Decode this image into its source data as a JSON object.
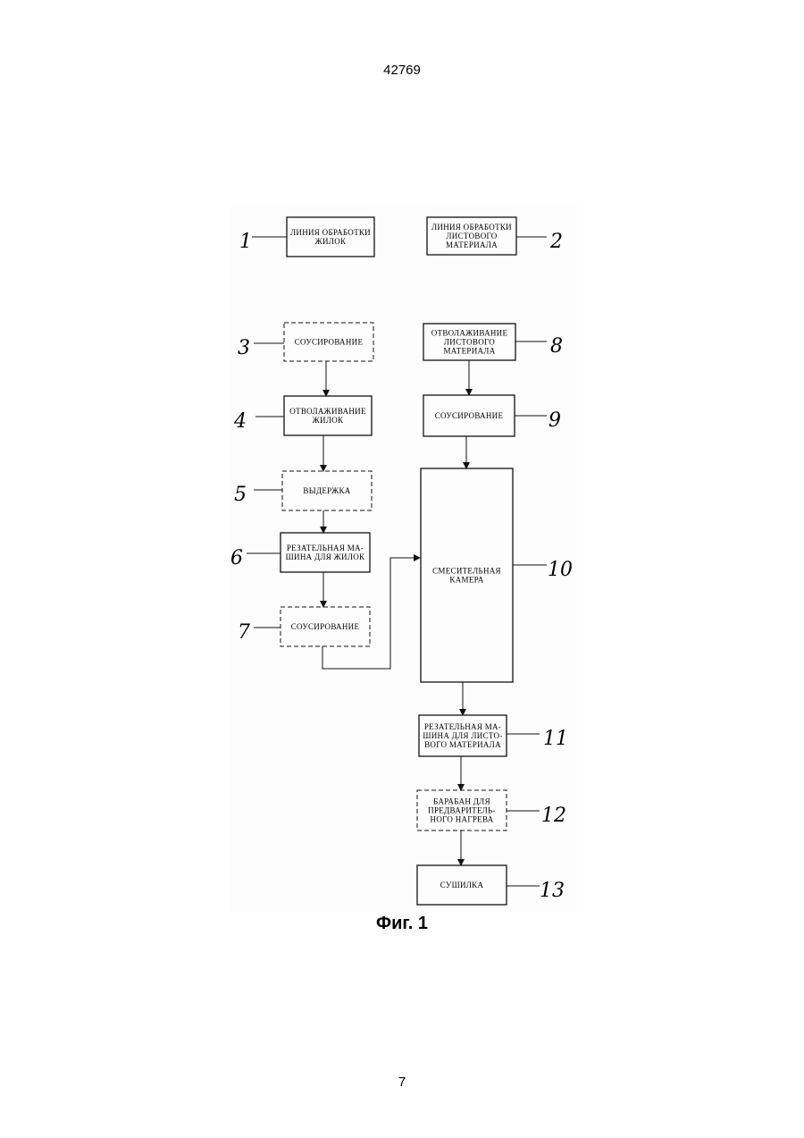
{
  "header": {
    "doc_number": "42769"
  },
  "footer": {
    "page_number": "7"
  },
  "figure": {
    "caption": "Фиг. 1",
    "blocks": [
      {
        "ref": "1",
        "lines": [
          "ЛИНИЯ ОБРАБОТКИ",
          "ЖИЛОК"
        ],
        "border": "solid"
      },
      {
        "ref": "2",
        "lines": [
          "ЛИНИЯ ОБРАБОТКИ",
          "ЛИСТОВОГО",
          "МАТЕРИАЛА"
        ],
        "border": "solid"
      },
      {
        "ref": "3",
        "lines": [
          "СОУСИРОВАНИЕ"
        ],
        "border": "dashed"
      },
      {
        "ref": "4",
        "lines": [
          "ОТВОЛАЖИВАНИЕ",
          "ЖИЛОК"
        ],
        "border": "solid"
      },
      {
        "ref": "5",
        "lines": [
          "ВЫДЕРЖКА"
        ],
        "border": "dashed"
      },
      {
        "ref": "6",
        "lines": [
          "РЕЗАТЕЛЬНАЯ МА-",
          "ШИНА ДЛЯ ЖИЛОК"
        ],
        "border": "solid"
      },
      {
        "ref": "7",
        "lines": [
          "СОУСИРОВАНИЕ"
        ],
        "border": "dashed"
      },
      {
        "ref": "8",
        "lines": [
          "ОТВОЛАЖИВАНИЕ",
          "ЛИСТОВОГО",
          "МАТЕРИАЛА"
        ],
        "border": "solid"
      },
      {
        "ref": "9",
        "lines": [
          "СОУСИРОВАНИЕ"
        ],
        "border": "solid"
      },
      {
        "ref": "10",
        "lines": [
          "СМЕСИТЕЛЬНАЯ",
          "КАМЕРА"
        ],
        "border": "solid"
      },
      {
        "ref": "11",
        "lines": [
          "РЕЗАТЕЛЬНАЯ МА-",
          "ШИНА ДЛЯ ЛИСТО-",
          "ВОГО МАТЕРИАЛА"
        ],
        "border": "solid"
      },
      {
        "ref": "12",
        "lines": [
          "БАРАБАН ДЛЯ",
          "ПРЕДВАРИТЕЛЬ-",
          "НОГО НАГРЕВА"
        ],
        "border": "dashed"
      },
      {
        "ref": "13",
        "lines": [
          "СУШИЛКА"
        ],
        "border": "solid"
      }
    ]
  }
}
